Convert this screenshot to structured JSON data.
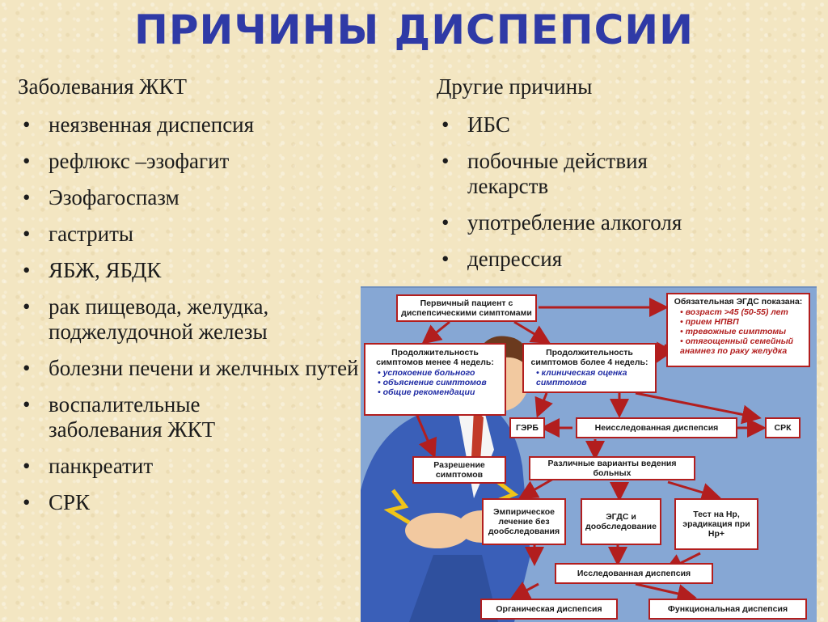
{
  "title": "ПРИЧИНЫ ДИСПЕПСИИ",
  "left": {
    "heading": "Заболевания ЖКТ",
    "items": [
      "неязвенная диспепсия",
      "рефлюкс –эзофагит",
      "Эзофагоспазм",
      "гастриты",
      "ЯБЖ, ЯБДК",
      "рак пищевода, желудка, поджелудочной железы",
      "болезни печени и желчных путей",
      "воспалительные заболевания ЖКТ",
      "панкреатит",
      "СРК"
    ]
  },
  "right": {
    "heading": "Другие причины",
    "items": [
      "ИБС",
      "побочные действия лекарств",
      "употребление алкоголя",
      "депрессия"
    ]
  },
  "flowchart": {
    "primary": "Первичный пациент с диспепсическими симптомами",
    "egds": {
      "heading": "Обязательная ЭГДС показана:",
      "items": [
        "возраст >45 (50-55) лет",
        "прием НПВП",
        "тревожные симптомы",
        "отягощенный семейный анамнез по раку желудка"
      ]
    },
    "less4": {
      "heading": "Продолжительность симптомов менее 4 недель:",
      "items": [
        "успокоение больного",
        "объяснение симптомов",
        "общие рекомендации"
      ]
    },
    "more4": {
      "heading": "Продолжительность симптомов более 4 недель:",
      "items": [
        "клиническая оценка симптомов"
      ]
    },
    "gerb": "ГЭРБ",
    "uninvestigated": "Неисследованная диспепсия",
    "srk": "СРК",
    "resolution": "Разрешение симптомов",
    "variants": "Различные варианты ведения больных",
    "empiric": "Эмпирическое лечение без дообследования",
    "egds_exam": "ЭГДС и дообследование",
    "hp_test": "Тест на Нр, эрадикация при Нр+",
    "investigated": "Исследованная диспепсия",
    "organic": "Органическая диспепсия",
    "functional": "Функциональная диспепсия"
  }
}
